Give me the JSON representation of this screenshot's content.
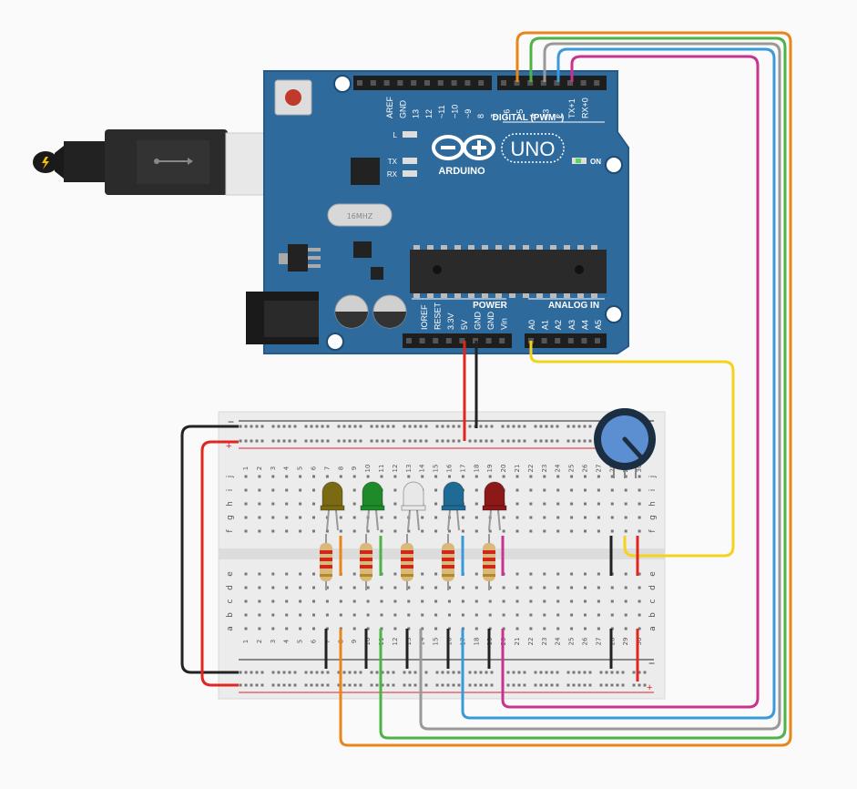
{
  "board": {
    "logo_text": "ARDUINO",
    "model": "UNO",
    "digital_header": "DIGITAL (PWM~)",
    "power_header": "POWER",
    "analog_header": "ANALOG IN",
    "on_label": "ON",
    "l_label": "L",
    "tx_label": "TX",
    "rx_label": "RX",
    "crystal_label": "16MHZ",
    "top_pins": [
      "AREF",
      "GND",
      "13",
      "12",
      "~11",
      "~10",
      "~9",
      "8",
      "7",
      "~6",
      "~5",
      "4",
      "~3",
      "2",
      "TX+1",
      "RX+0"
    ],
    "power_pins": [
      "IOREF",
      "RESET",
      "3.3V",
      "5V",
      "GND",
      "GND",
      "Vin"
    ],
    "analog_pins": [
      "A0",
      "A1",
      "A2",
      "A3",
      "A4",
      "A5"
    ]
  },
  "breadboard": {
    "columns": [
      "1",
      "2",
      "3",
      "4",
      "5",
      "6",
      "7",
      "8",
      "9",
      "10",
      "11",
      "12",
      "13",
      "14",
      "15",
      "16",
      "17",
      "18",
      "19",
      "20",
      "21",
      "22",
      "23",
      "24",
      "25",
      "26",
      "27",
      "28",
      "29",
      "30"
    ],
    "rows_top": [
      "j",
      "i",
      "h",
      "g",
      "f"
    ],
    "rows_bottom": [
      "e",
      "d",
      "c",
      "b",
      "a"
    ],
    "minus": "−",
    "plus": "+"
  },
  "components": {
    "leds": [
      {
        "name": "led-yellow",
        "color": "#7a6a14"
      },
      {
        "name": "led-green",
        "color": "#1f8a2a"
      },
      {
        "name": "led-white",
        "color": "#e8e8e8"
      },
      {
        "name": "led-blue",
        "color": "#1e6b95"
      },
      {
        "name": "led-red",
        "color": "#8c1818"
      }
    ],
    "potentiometer": "potentiometer"
  },
  "wire_colors": {
    "orange": "#e8861a",
    "green": "#4db347",
    "gray": "#999999",
    "blue": "#3a9ad9",
    "magenta": "#c8338f",
    "yellow": "#f5d21b",
    "red": "#e0261f",
    "black": "#222222"
  }
}
